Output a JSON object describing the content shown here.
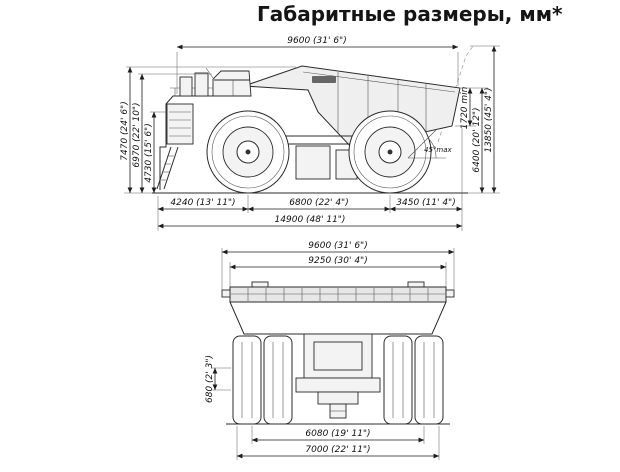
{
  "title": "Габаритные размеры, мм*",
  "side_view": {
    "top_length": "9600 (31' 6\")",
    "height_overall": "7470 (24' 6\")",
    "height_cab": "6970 (22' 10\")",
    "height_deck": "4730 (15' 6\")",
    "front_overhang": "4240 (13' 11\")",
    "wheelbase": "6800 (22' 4\")",
    "rear_overhang": "3450 (11' 4\")",
    "length_overall": "14900 (48' 11\")",
    "clearance_min": "1720 min",
    "height_rear": "6400 (20' 12\")",
    "height_body_raised": "13850 (45' 4\")",
    "tip_angle": "45°max"
  },
  "rear_view": {
    "width_overall": "9600 (31' 6\")",
    "width_body": "9250 (30' 4\")",
    "height_step": "680 (2' 3\")",
    "track_width": "6080 (19' 11\")",
    "width_tires": "7000 (22' 11\")"
  }
}
